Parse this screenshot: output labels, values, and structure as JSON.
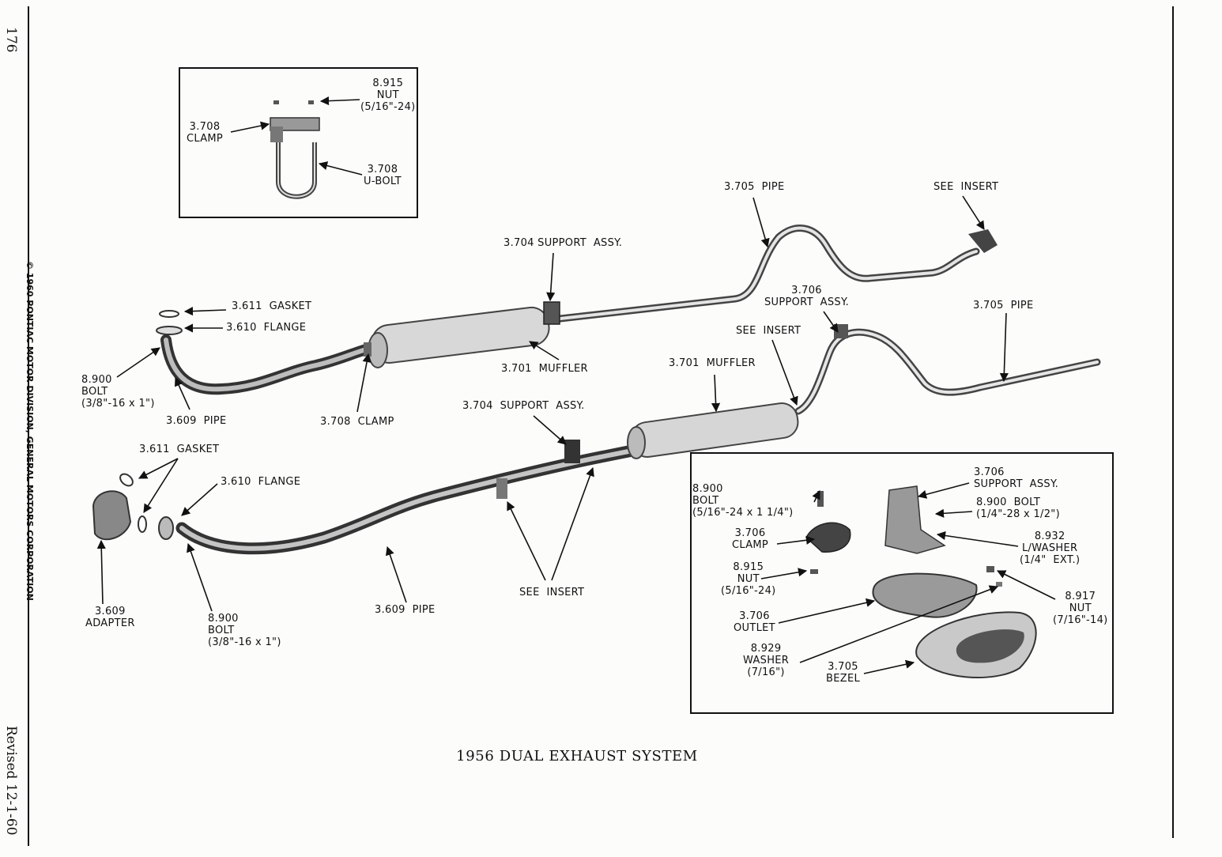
{
  "page_number": "176",
  "copyright": "© 1960 PONTIAC MOTOR DIVISION, GENERAL MOTORS CORPORATION",
  "revised": "Revised 12-1-60",
  "title": "1956 DUAL EXHAUST SYSTEM",
  "labels": {
    "nut_8915_top": "8.915\nNUT\n(5/16\"-24)",
    "clamp_3708_insert": "3.708\nCLAMP",
    "ubolt_3708": "3.708\nU-BOLT",
    "pipe_3705_upper": "3.705  PIPE",
    "see_insert_upper": "SEE  INSERT",
    "support_3704_upper": "3.704 SUPPORT  ASSY.",
    "gasket_3611_upper": "3.611  GASKET",
    "flange_3610_upper": "3.610  FLANGE",
    "bolt_8900_left": "8.900\nBOLT\n(3/8\"-16 x 1\")",
    "pipe_3609_upper": "3.609  PIPE",
    "clamp_3708_main": "3.708  CLAMP",
    "muffler_3701_upper": "3.701  MUFFLER",
    "support_3706_mid": "3.706\nSUPPORT  ASSY.",
    "see_insert_mid": "SEE  INSERT",
    "pipe_3705_right": "3.705  PIPE",
    "muffler_3701_lower": "3.701  MUFFLER",
    "support_3704_lower": "3.704  SUPPORT  ASSY.",
    "gasket_3611_lower": "3.611  GASKET",
    "flange_3610_lower": "3.610  FLANGE",
    "adapter_3609": "3.609\nADAPTER",
    "bolt_8900_bottom": "8.900\nBOLT\n(3/8\"-16 x 1\")",
    "pipe_3609_lower": "3.609  PIPE",
    "see_insert_lower": "SEE  INSERT",
    "ins_support_3706": "3.706\nSUPPORT  ASSY.",
    "ins_bolt_8900_a": "8.900\nBOLT\n(5/16\"-24 x 1 1/4\")",
    "ins_bolt_8900_b": "8.900  BOLT\n(1/4\"-28 x 1/2\")",
    "ins_clamp_3706": "3.706\nCLAMP",
    "ins_lwasher_8932": "8.932\nL/WASHER\n(1/4\"  EXT.)",
    "ins_nut_8915": "8.915\nNUT\n(5/16\"-24)",
    "ins_nut_8917": "8.917\nNUT\n(7/16\"-14)",
    "ins_outlet_3706": "3.706\nOUTLET",
    "ins_washer_8929": "8.929\nWASHER\n(7/16\")",
    "ins_bezel_3705": "3.705\nBEZEL"
  }
}
